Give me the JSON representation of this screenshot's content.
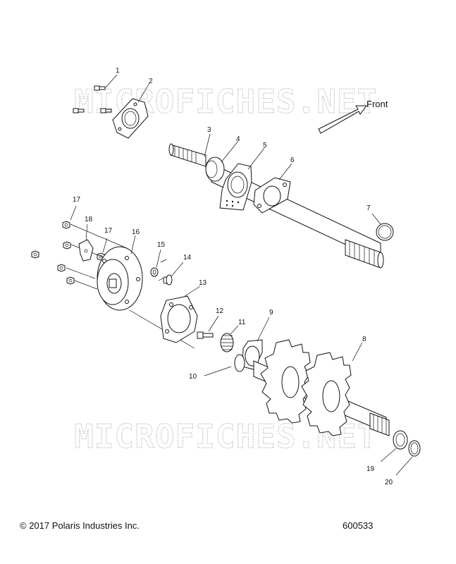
{
  "watermark": {
    "top": "MICROFICHES.NET",
    "bottom": "MICROFICHES.NET"
  },
  "direction": {
    "label": "Front"
  },
  "callouts": {
    "c1": "1",
    "c2": "2",
    "c3": "3",
    "c4": "4",
    "c5": "5",
    "c6": "6",
    "c7": "7",
    "c8": "8",
    "c9": "9",
    "c10": "10",
    "c11": "11",
    "c12": "12",
    "c13": "13",
    "c14": "14",
    "c15": "15",
    "c16": "16",
    "c17a": "17",
    "c17b": "17",
    "c18": "18",
    "c19": "19",
    "c20": "20"
  },
  "footer": {
    "copyright": "© 2017 Polaris Industries Inc.",
    "part_code": "600533"
  },
  "colors": {
    "line": "#111111",
    "watermark": "#bdbdbd",
    "background": "#ffffff"
  }
}
